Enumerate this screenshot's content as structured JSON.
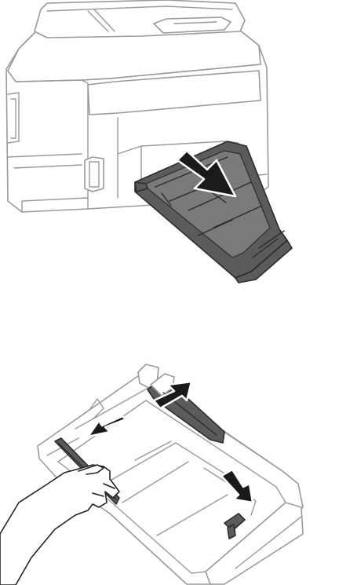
{
  "figure": {
    "step_1": {
      "arrow_direction": "pull-out"
    },
    "step_2": {
      "arrow_directions": [
        "slide-up",
        "slide-left",
        "slide-down-right"
      ]
    },
    "colors": {
      "outline": "#9a9a9a",
      "tray_part": "#5b5b5b",
      "arrow": "#1a1a1a"
    }
  }
}
